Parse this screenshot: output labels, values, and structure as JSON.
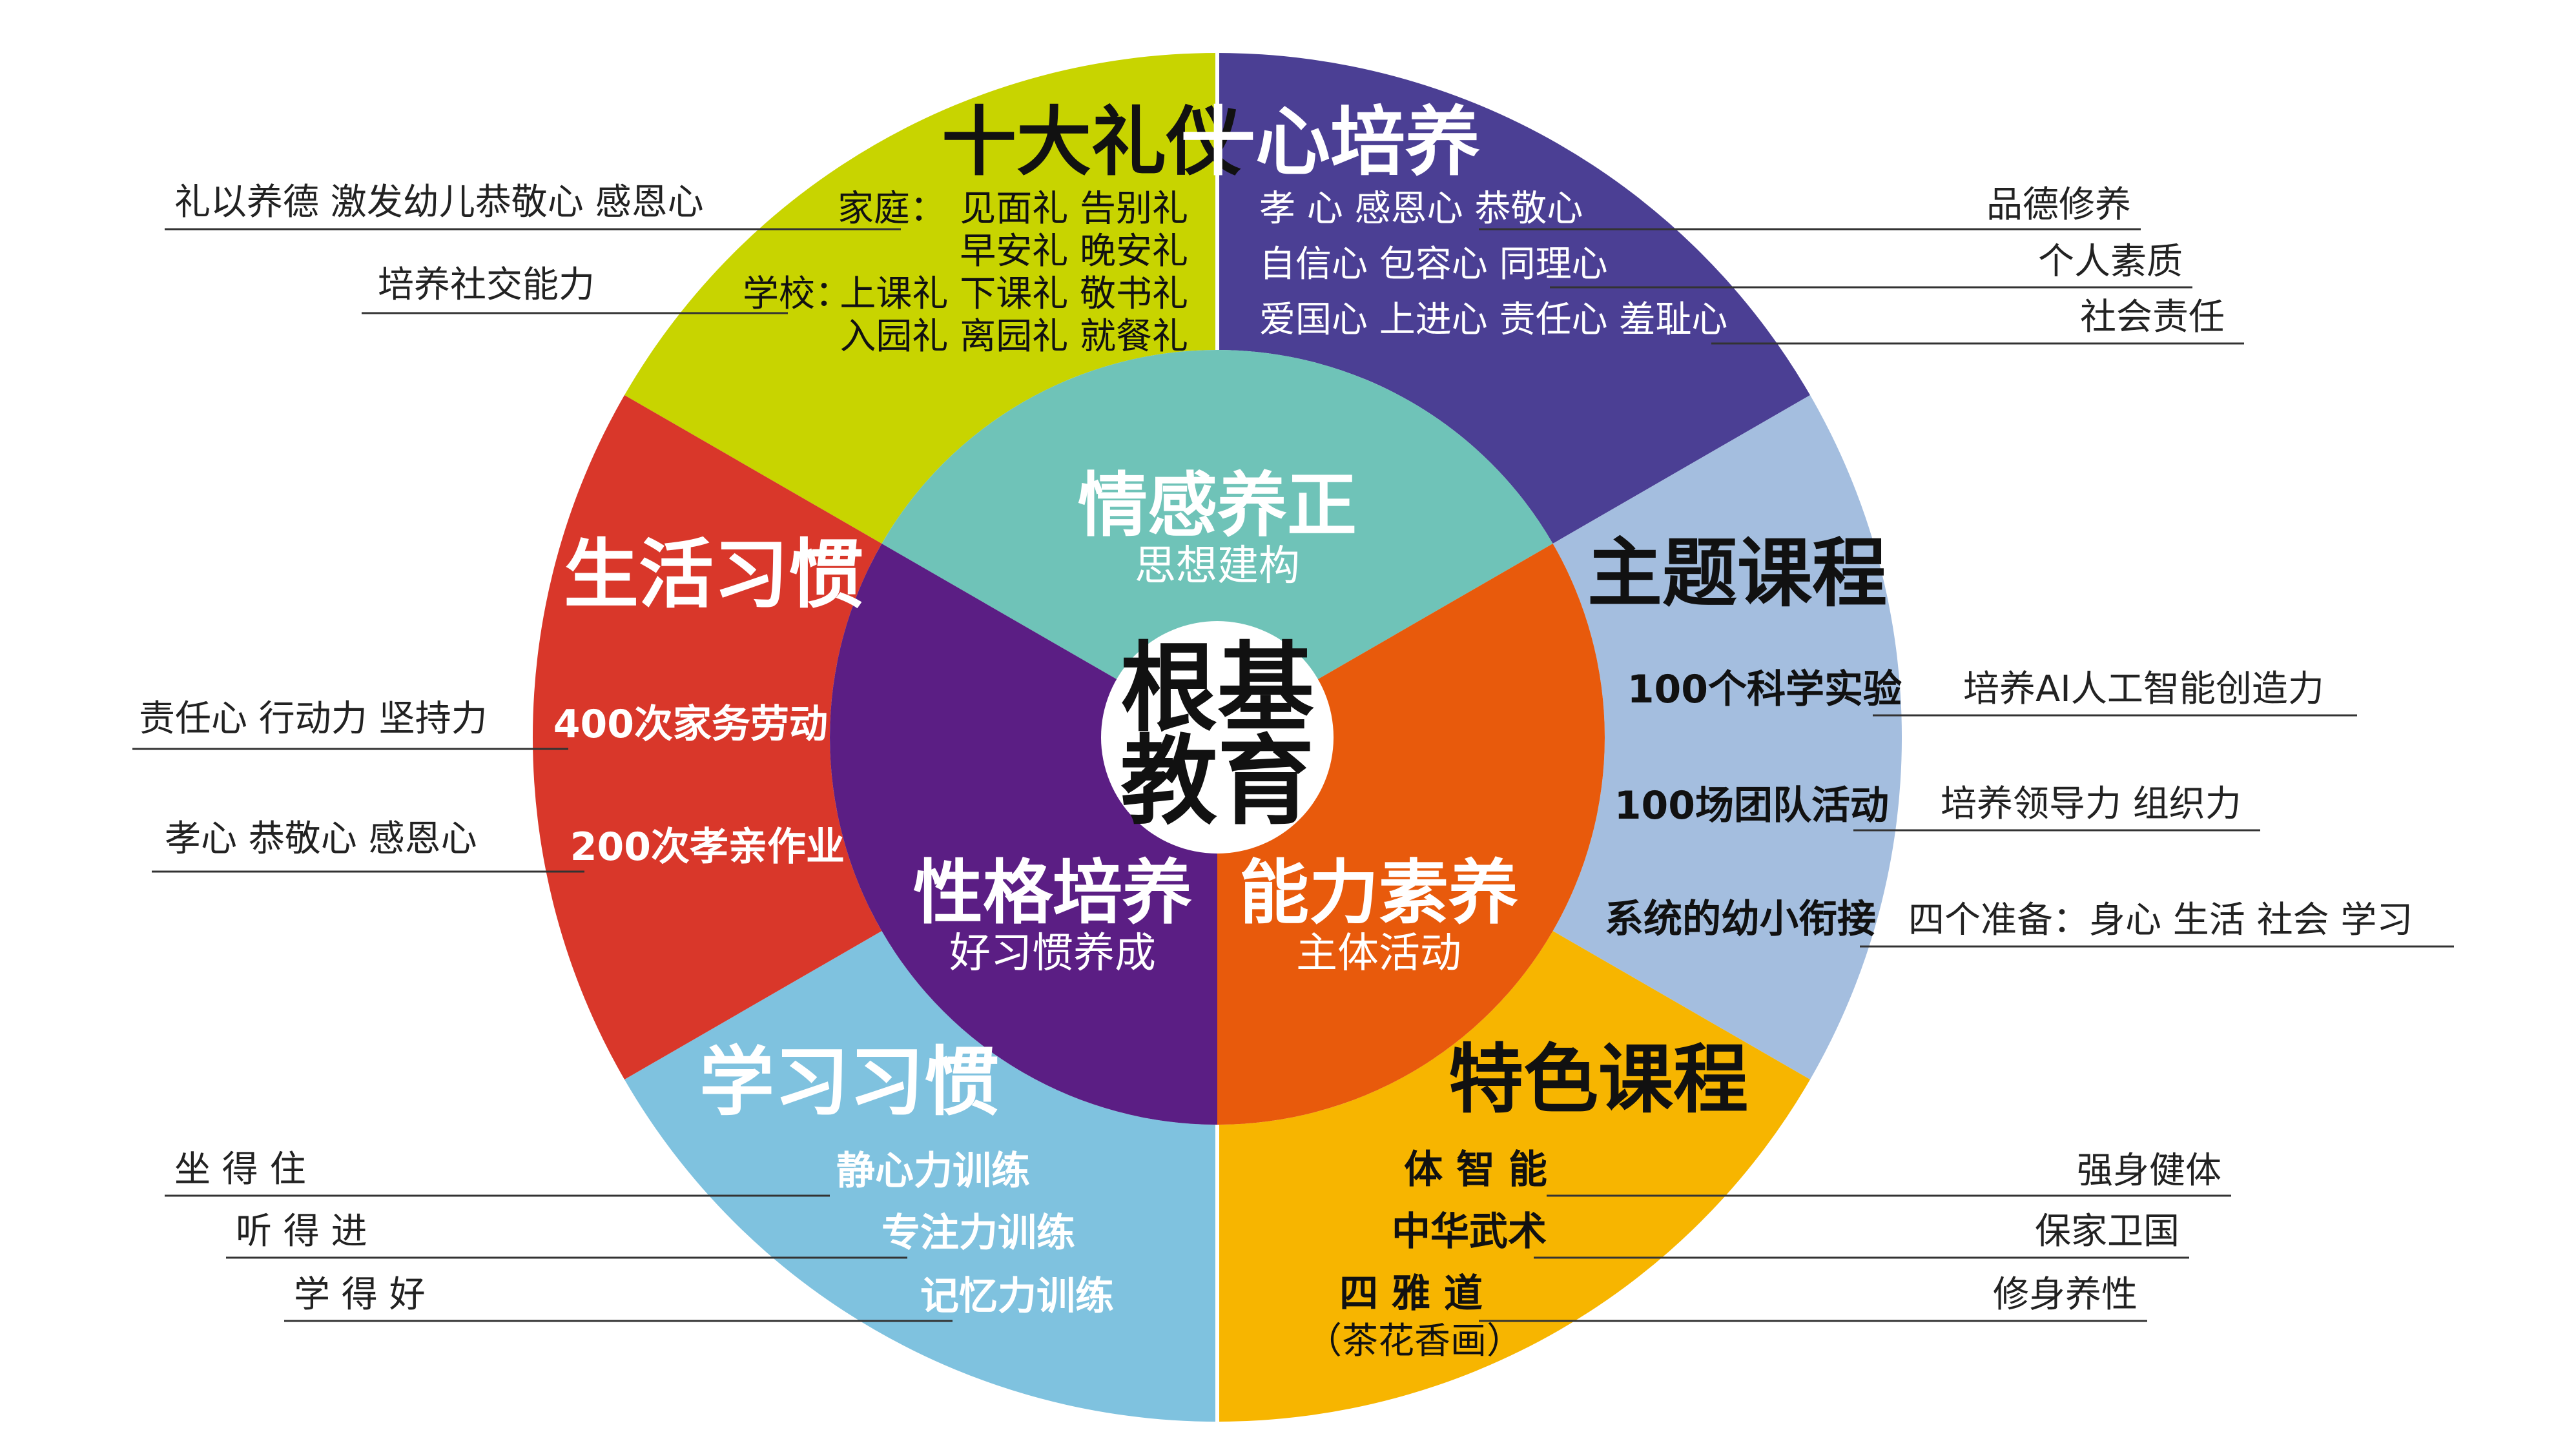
{
  "center": {
    "line1": "根基",
    "line2": "教育"
  },
  "inner": {
    "top": {
      "title": "情感养正",
      "subtitle": "思想建构",
      "color": "#6fc3b8"
    },
    "left": {
      "title": "性格培养",
      "subtitle": "好习惯养成",
      "color": "#5b1e84"
    },
    "right": {
      "title": "能力素养",
      "subtitle": "主体活动",
      "color": "#e85a0c"
    }
  },
  "outer": {
    "etiquette": {
      "title": "十大礼仪",
      "color": "#c8d400",
      "family_label": "家庭：",
      "family_row1": "见面礼  告别礼",
      "family_row2": "早安礼  晚安礼",
      "school_label": "学校：",
      "school_row1": "上课礼  下课礼  敬书礼",
      "school_row2": "入园礼  离园礼  就餐礼"
    },
    "ten_hearts": {
      "title": "十心培养",
      "color": "#4b3f94",
      "row1": "孝  心  感恩心  恭敬心",
      "row2": "自信心  包容心  同理心",
      "row3": "爱国心  上进心  责任心  羞耻心"
    },
    "theme_course": {
      "title": "主题课程",
      "color": "#a4bedf",
      "item1": "100个科学实验",
      "item2": "100场团队活动",
      "item3": "系统的幼小衔接"
    },
    "special_course": {
      "title": "特色课程",
      "color": "#f7b500",
      "item1": "体  智  能",
      "item2": "中华武术",
      "item3": "四  雅  道",
      "item3_note": "（茶花香画）"
    },
    "study_habit": {
      "title": "学习习惯",
      "color": "#7fc2df",
      "item1": "静心力训练",
      "item2": "专注力训练",
      "item3": "记忆力训练"
    },
    "life_habit": {
      "title": "生活习惯",
      "color": "#d9372a",
      "item1": "400次家务劳动",
      "item2": "200次孝亲作业"
    }
  },
  "external": {
    "left": [
      "礼以养德  激发幼儿恭敬心  感恩心",
      "培养社交能力",
      "责任心  行动力  坚持力",
      "孝心  恭敬心  感恩心",
      "坐  得  住",
      "听  得  进",
      "学  得  好"
    ],
    "right": [
      "品德修养",
      "个人素质",
      "社会责任",
      "培养AI人工智能创造力",
      "培养领导力  组织力",
      "四个准备：身心  生活  社会  学习",
      "强身健体",
      "保家卫国",
      "修身养性"
    ]
  }
}
